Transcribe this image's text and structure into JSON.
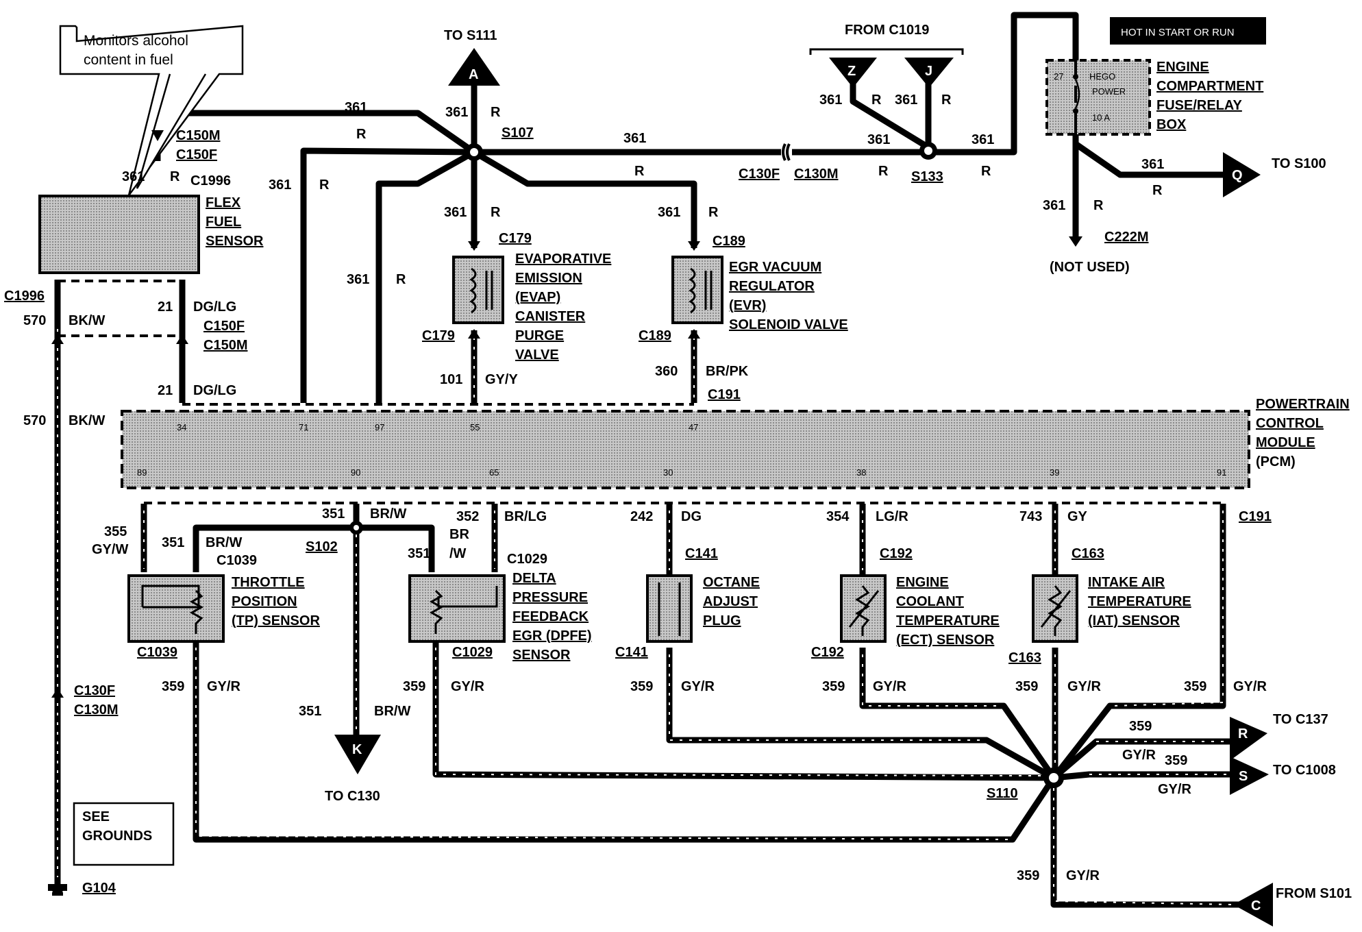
{
  "callout": {
    "line1": "Monitors alcohol",
    "line2": "content in fuel"
  },
  "banner": "HOT IN  START OR RUN",
  "fuse": {
    "pin": "27",
    "line1": "HEGO",
    "line2": "POWER",
    "line3": "10 A"
  },
  "fuse_box": [
    "ENGINE",
    "COMPARTMENT",
    "FUSE/RELAY",
    "BOX"
  ],
  "pcm": [
    "POWERTRAIN",
    "CONTROL",
    "MODULE",
    "(PCM)"
  ],
  "pcm_pins_top": [
    "34",
    "71",
    "97",
    "55",
    "47"
  ],
  "pcm_pins_bottom": [
    "89",
    "90",
    "65",
    "30",
    "38",
    "39",
    "91"
  ],
  "to": {
    "s111": "TO S111",
    "s100": "TO S100",
    "c130": "TO C130",
    "c137": "TO C137",
    "c1008": "TO C1008",
    "from_s101": "FROM S101",
    "from_c1019": "FROM C1019",
    "not_used": "(NOT USED)"
  },
  "arrows": {
    "a": "A",
    "z": "Z",
    "j": "J",
    "q": "Q",
    "k": "K",
    "r": "R",
    "s": "S",
    "c": "C"
  },
  "components": {
    "flex": [
      "FLEX",
      "FUEL",
      "SENSOR"
    ],
    "evap": [
      "EVAPORATIVE",
      "EMISSION",
      "(EVAP)",
      "CANISTER",
      "PURGE",
      "VALVE"
    ],
    "egr": [
      "EGR VACUUM",
      "REGULATOR",
      "(EVR)",
      "SOLENOID VALVE"
    ],
    "tp": [
      "THROTTLE",
      "POSITION",
      "(TP) SENSOR"
    ],
    "dpfe": [
      "DELTA",
      "PRESSURE",
      "FEEDBACK",
      "EGR (DPFE)",
      "SENSOR"
    ],
    "octane": [
      "OCTANE",
      "ADJUST",
      "PLUG"
    ],
    "ect": [
      "ENGINE",
      "COOLANT",
      "TEMPERATURE",
      "(ECT) SENSOR"
    ],
    "iat": [
      "INTAKE  AIR",
      "TEMPERATURE",
      "(IAT) SENSOR"
    ],
    "grounds": [
      "SEE",
      "GROUNDS"
    ]
  },
  "connectors": {
    "c150m": "C150M",
    "c150f": "C150F",
    "c1996": "C1996",
    "c130f": "C130F",
    "c130m": "C130M",
    "c179": "C179",
    "c189": "C189",
    "c191": "C191",
    "c222m": "C222M",
    "c1039": "C1039",
    "c1029": "C1029",
    "c141": "C141",
    "c192": "C192",
    "c163": "C163",
    "g104": "G104"
  },
  "splices": {
    "s107": "S107",
    "s133": "S133",
    "s102": "S102",
    "s110": "S110"
  },
  "circuits": {
    "c361": "361",
    "c570": "570",
    "c21": "21",
    "c101": "101",
    "c360": "360",
    "c351": "351",
    "c352": "352",
    "c355": "355",
    "c242": "242",
    "c354": "354",
    "c743": "743",
    "c359": "359"
  },
  "colors": {
    "r": "R",
    "bkw": "BK/W",
    "dglg": "DG/LG",
    "gyy": "GY/Y",
    "brpk": "BR/PK",
    "brw": "BR/W",
    "br": "BR",
    "slash_w": "/W",
    "brlg": "BR/LG",
    "gyw": "GY/W",
    "dg": "DG",
    "lgr": "LG/R",
    "gy": "GY",
    "gyr": "GY/R"
  }
}
